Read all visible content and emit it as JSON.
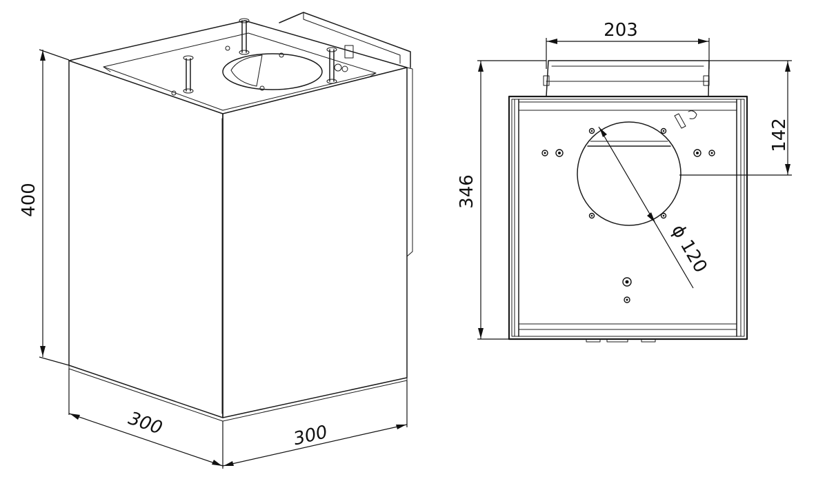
{
  "dimensions": {
    "height_3d": "400",
    "depth_3d": "300",
    "width_3d": "300",
    "top_width": "203",
    "total_height": "346",
    "bracket_height": "142",
    "duct_diameter": "ϕ 120"
  }
}
